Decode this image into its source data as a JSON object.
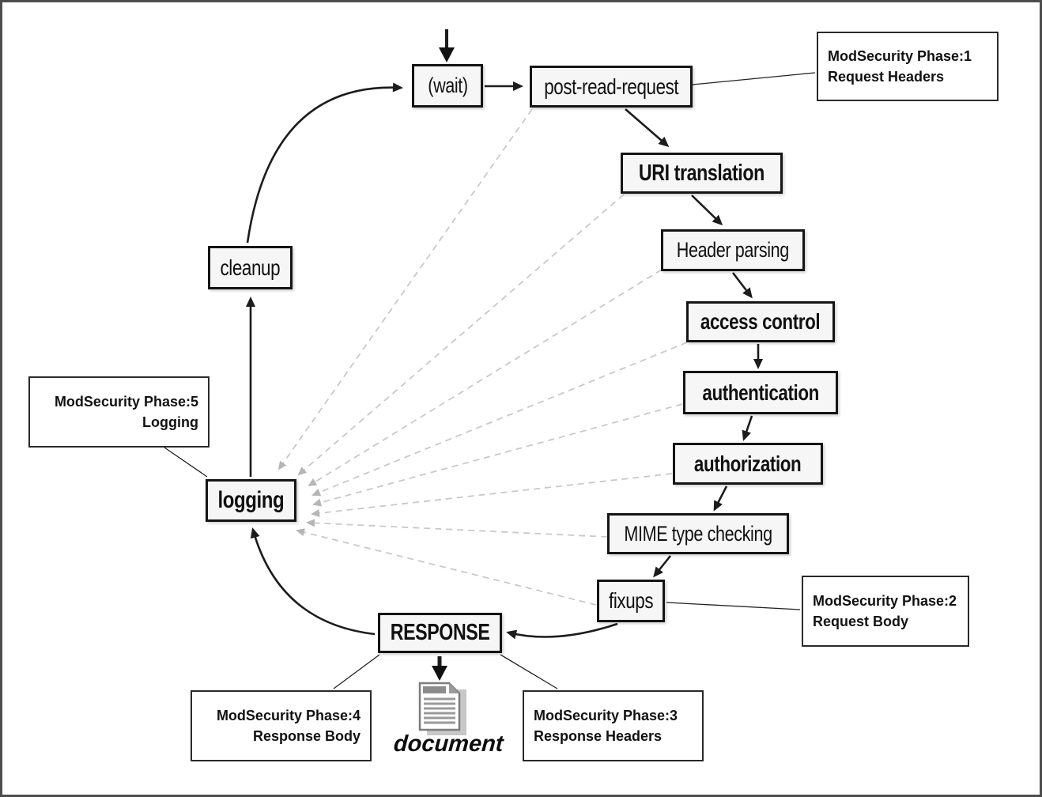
{
  "diagram": {
    "kind": "apache-request-cycle-with-modsecurity-phases",
    "nodes": {
      "wait": {
        "label": "(wait)"
      },
      "post_read_request": {
        "label": "post-read-request"
      },
      "uri_translation": {
        "label": "URI translation"
      },
      "header_parsing": {
        "label": "Header parsing"
      },
      "access_control": {
        "label": "access control"
      },
      "authentication": {
        "label": "authentication"
      },
      "authorization": {
        "label": "authorization"
      },
      "mime_type_checking": {
        "label": "MIME type checking"
      },
      "fixups": {
        "label": "fixups"
      },
      "response": {
        "label": "RESPONSE"
      },
      "logging": {
        "label": "logging"
      },
      "cleanup": {
        "label": "cleanup"
      }
    },
    "annotations": {
      "phase1": {
        "line1": "ModSecurity Phase:1",
        "line2": "Request Headers"
      },
      "phase2": {
        "line1": "ModSecurity Phase:2",
        "line2": "Request Body"
      },
      "phase3": {
        "line1": "ModSecurity Phase:3",
        "line2": "Response Headers"
      },
      "phase4": {
        "line1": "ModSecurity Phase:4",
        "line2": "Response Body"
      },
      "phase5": {
        "line1": "ModSecurity Phase:5",
        "line2": "Logging"
      }
    },
    "document": {
      "label": "document",
      "icon": "document-icon"
    },
    "colors": {
      "node_border": "#151515",
      "node_bg": "#f6f6f6",
      "dashed_link": "#c9c9c9",
      "dashed_arrowhead": "#b5b5b5",
      "solid_arrow": "#1c1c1c",
      "outer_border": "#4d4d4d",
      "background": "#ffffff"
    }
  }
}
